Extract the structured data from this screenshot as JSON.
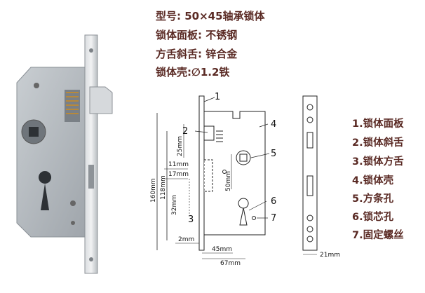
{
  "specs": {
    "model": "型号: 50×45轴承锁体",
    "face_plate": "锁体面板: 不锈钢",
    "bolts": "方舌斜舌: 锌合金",
    "shell": "锁体壳:∅1.2铁"
  },
  "parts_legend": [
    "1.锁体面板",
    "2.锁体斜舌",
    "3.锁体方舌",
    "4.锁体壳",
    "5.方条孔",
    "6.锁芯孔",
    "7.固定螺丝"
  ],
  "callouts": {
    "c1": "1",
    "c2": "2",
    "c3": "3",
    "c4": "4",
    "c5": "5",
    "c6": "6",
    "c7": "7"
  },
  "dimensions": {
    "h160": "160mm",
    "h118": "118mm",
    "d25": "25mm",
    "d11": "11mm",
    "d17": "17mm",
    "d32": "32mm",
    "d50": "50mm",
    "d2": "2mm",
    "d45": "45mm",
    "d67": "67mm",
    "d21": "21mm"
  },
  "colors": {
    "text": "#5a2a24",
    "line": "#222222",
    "steel": "#c8cbce",
    "body": "#aeb3b8"
  }
}
